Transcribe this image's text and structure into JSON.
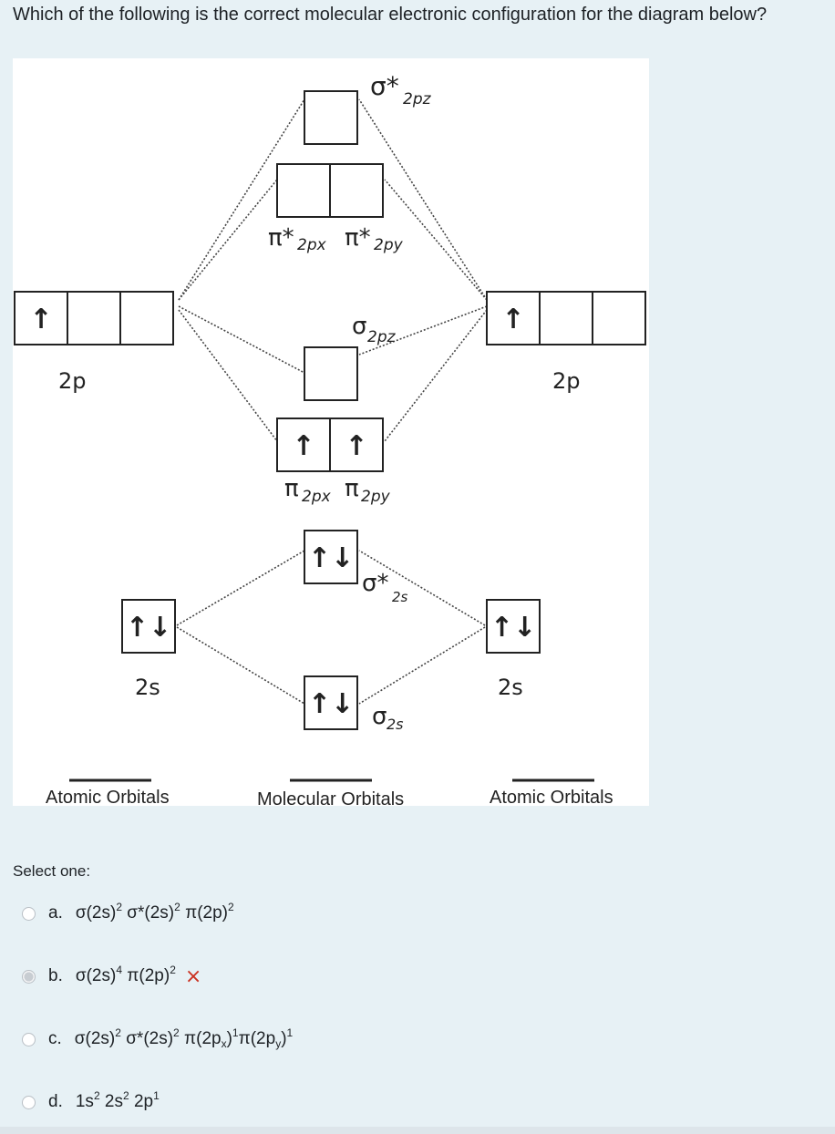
{
  "question": {
    "text": "Which of the following is the correct molecular electronic configuration for the diagram below?"
  },
  "diagram": {
    "labels": {
      "sigma_star_2pz": "σ*",
      "sigma_star_2pz_sub": "2pz",
      "pi_star_2px": "π*",
      "pi_star_2px_sub": "2px",
      "pi_star_2py": "π*",
      "pi_star_2py_sub": "2py",
      "sigma_2pz": "σ",
      "sigma_2pz_sub": "2pz",
      "pi_2px": "π",
      "pi_2px_sub": "2px",
      "pi_2py": "π",
      "pi_2py_sub": "2py",
      "sigma_star_2s": "σ*",
      "sigma_star_2s_sub": "2s",
      "sigma_2s": "σ",
      "sigma_2s_sub": "2s",
      "left_2p": "2p",
      "right_2p": "2p",
      "left_2s": "2s",
      "right_2s": "2s"
    },
    "electrons": {
      "up": "↑",
      "pair": "↑↓"
    },
    "footer": {
      "left": "Atomic Orbitals",
      "middle": "Molecular Orbitals",
      "right": "Atomic Orbitals"
    }
  },
  "answers": {
    "prompt": "Select one:",
    "options": [
      {
        "letter": "a.",
        "checked": false
      },
      {
        "letter": "b.",
        "checked": true,
        "feedback": "×"
      },
      {
        "letter": "c.",
        "checked": false
      },
      {
        "letter": "d.",
        "checked": false
      }
    ]
  }
}
